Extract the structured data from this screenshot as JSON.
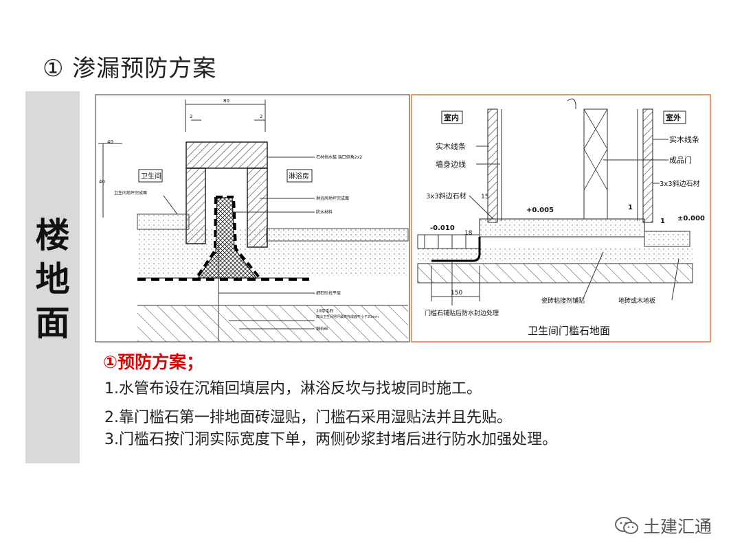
{
  "title": "① 渗漏预防方案",
  "sidebar": {
    "label": "楼\n地\n面"
  },
  "left_drawing": {
    "room_left": "卫生间",
    "room_right": "淋浴房",
    "dim_top": "80",
    "dim_a": "2",
    "dim_b": "2",
    "dim_side": "40",
    "dim_h": "40",
    "note_stone": "石材挡水槛  端口倒角2x2",
    "note_shower_floor": "淋浴房地坪完成面",
    "note_bath_floor": "卫生间地坪完成面",
    "note_waterproof": "防水材料",
    "note_leveling": "细石砼找平层",
    "note_rough": "20厚毛石",
    "note_rough2": "高出卫生间地坪最高完成面不小于20mm",
    "note_concrete": "细石砼"
  },
  "right_drawing": {
    "indoor": "室内",
    "outdoor": "室外",
    "wood_strip_left": "实木线条",
    "wall_edge": "墙身边线",
    "bevel_left": "3x3斜边石材",
    "dim_15": "15",
    "elev_minus": "-0.010",
    "dim_18": "18",
    "elev_plus": "+0.005",
    "dim_1a": "1",
    "dim_1b": "1",
    "elev_zero": "±0.000",
    "wood_strip_right": "实木线条",
    "door": "成品门",
    "bevel_right": "3x3斜边石材",
    "dim_150": "150",
    "tile_adhesive": "瓷砖粘接剂铺贴",
    "floor_material": "地砖或木地板",
    "threshold_note": "门槛石铺贴后防水封边处理",
    "caption": "卫生间门槛石地面"
  },
  "plan": {
    "heading": "①预防方案；",
    "items": [
      "1.水管布设在沉箱回填层内，淋浴反坎与找坡同时施工。",
      "2.靠门槛石第一排地面砖湿贴，门槛石采用湿贴法并且先贴。",
      "3.门槛石按门洞实际宽度下单，两侧砂浆封堵后进行防水加强处理。"
    ]
  },
  "watermark": {
    "text": "土建汇通",
    "icon": "wechat-icon"
  },
  "colors": {
    "accent": "#e00000",
    "sidebar": "#d9d9d9",
    "border": "#e8763a"
  }
}
